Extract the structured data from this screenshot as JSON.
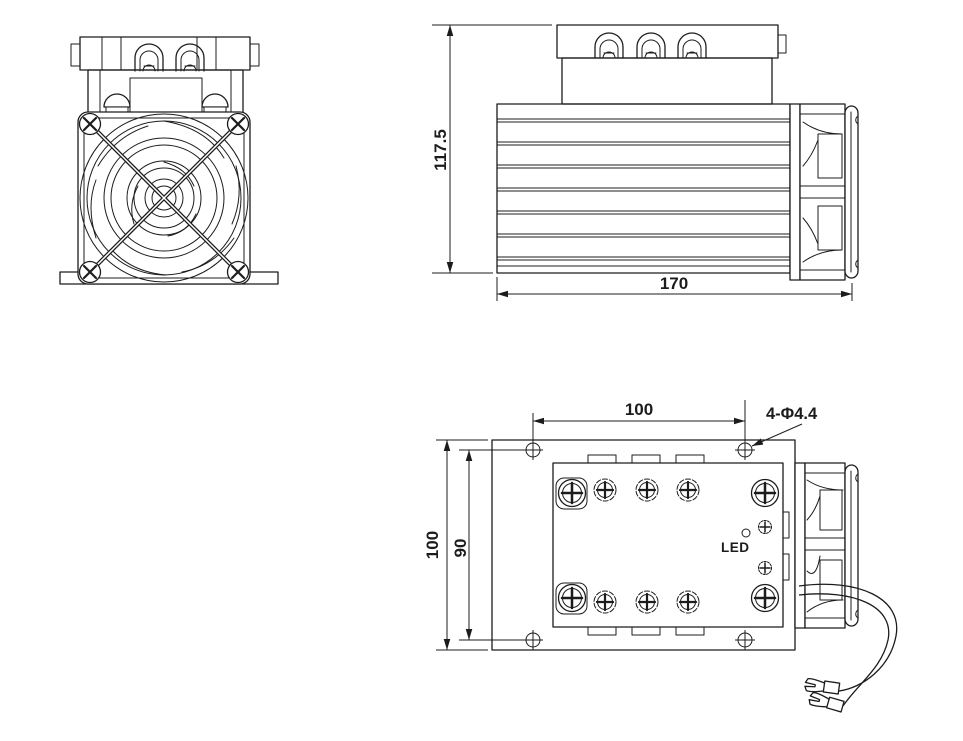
{
  "drawing": {
    "type": "technical-dimensional-drawing",
    "colors": {
      "line": "#1c1c1c",
      "background": "#ffffff"
    }
  },
  "side_view": {
    "height_dim": "117.5",
    "width_dim": "170"
  },
  "top_view": {
    "hole_pitch_h": "100",
    "plate_dim": "100",
    "hole_pitch_v": "90",
    "hole_callout": "4-Φ4.4",
    "led_label": "LED"
  }
}
